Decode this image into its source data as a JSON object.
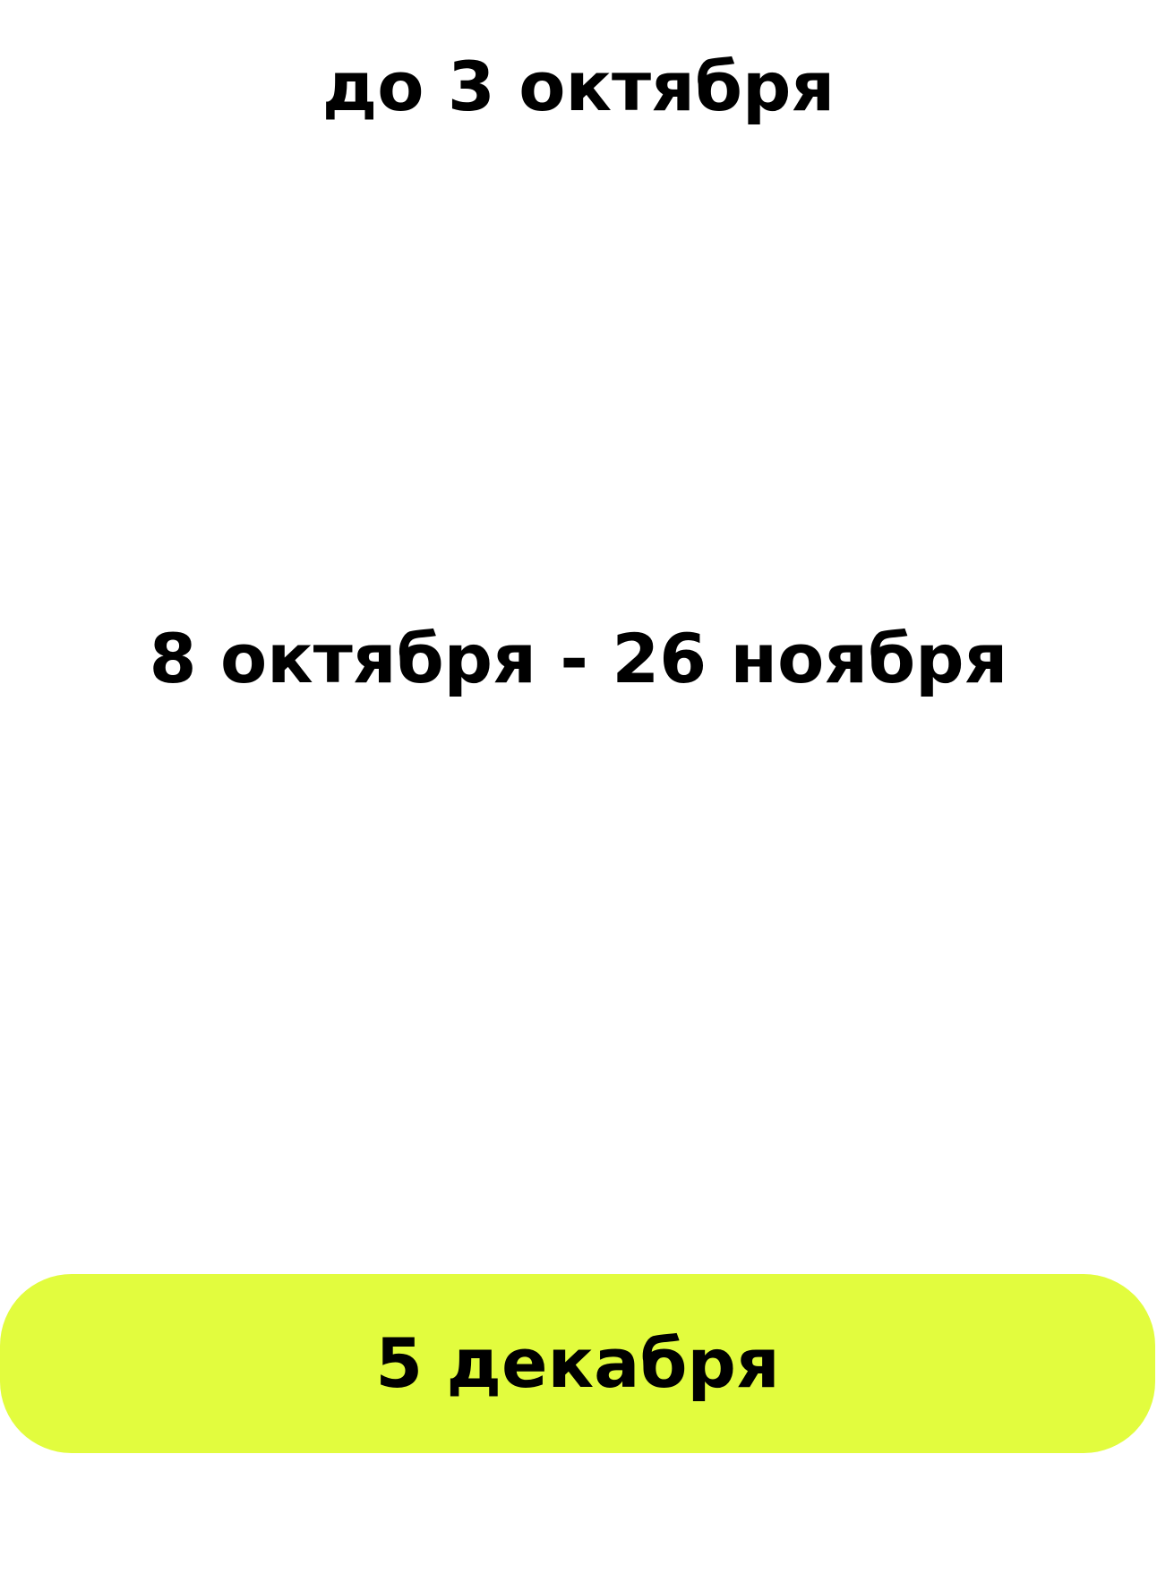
{
  "timeline": {
    "item_1": "до 3 октября",
    "item_2": "8 октября - 26 ноября",
    "item_3": "5 декабря"
  },
  "colors": {
    "highlight": "#e2fc3e",
    "text": "#000000",
    "background": "#ffffff"
  }
}
